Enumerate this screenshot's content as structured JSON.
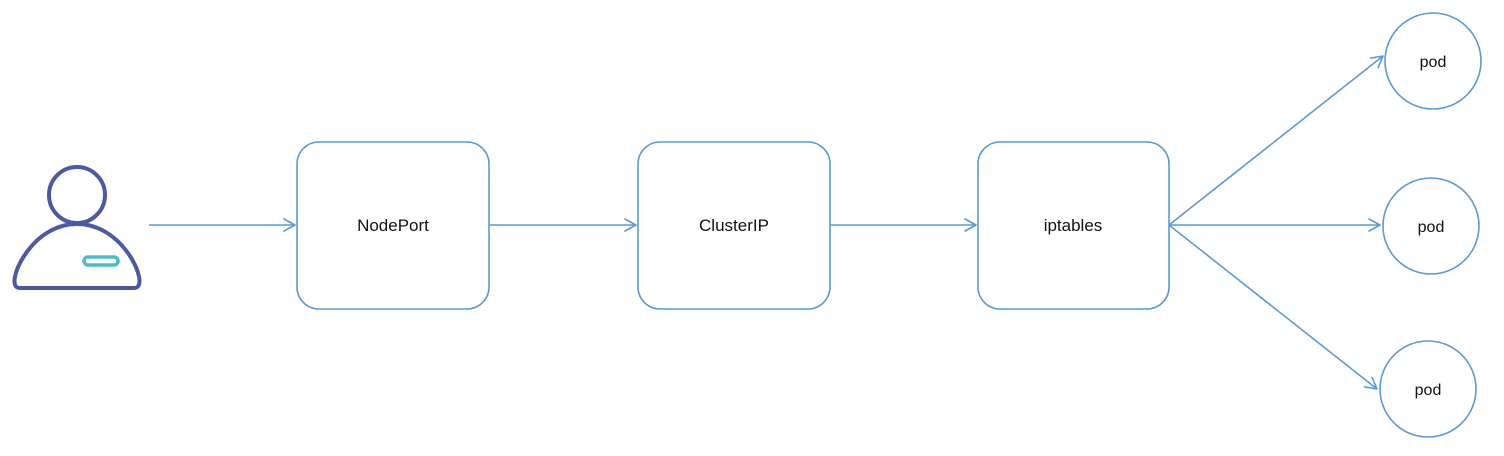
{
  "diagram": {
    "stroke_color": "#5b9bd1",
    "user_icon_color": "#4b5aa3",
    "user_badge_color": "#4ebdc8",
    "nodes": {
      "nodeport": "NodePort",
      "clusterip": "ClusterIP",
      "iptables": "iptables"
    },
    "pods": [
      "pod",
      "pod",
      "pod"
    ]
  }
}
